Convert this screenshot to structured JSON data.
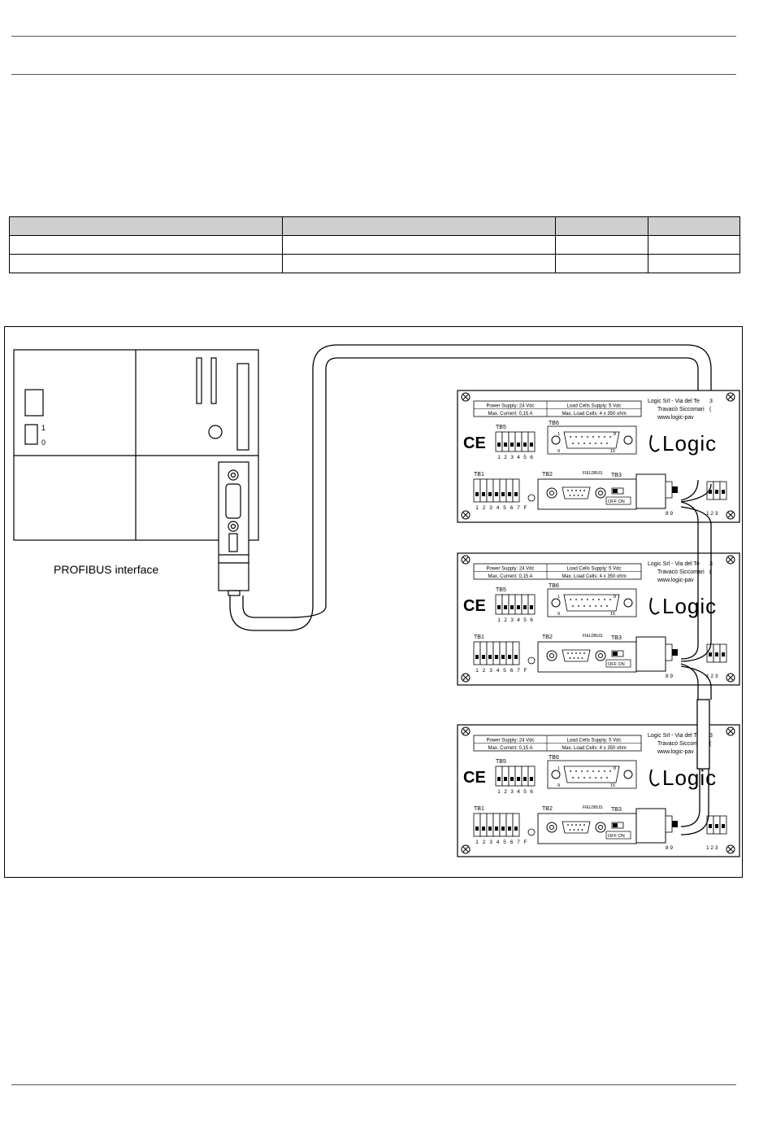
{
  "diagram": {
    "interface_label": "PROFIBUS interface",
    "switch_on": "1",
    "switch_off": "0",
    "device": {
      "power_supply": "Power Supply: 24 Vdc",
      "max_current": "Max. Current: 0,15 A",
      "load_cells_supply": "Load Cells Supply: 5 Vdc",
      "max_load_cells": "Max. Load Cells: 4 x 350 ohm",
      "company_line1": "Logic Srl - Via del Te",
      "company_line1_tail": "3",
      "company_line2": "Travacò Siccomari",
      "company_line2_tail": "(",
      "company_line3": "www.logic-pav",
      "company_line3_tail": "",
      "ce_mark": "CE",
      "logo_text": "Logic",
      "tb5": "TB5",
      "tb5_pins": [
        "1",
        "2",
        "3",
        "4",
        "5",
        "6"
      ],
      "tb6": "TB6",
      "tb6_pin_1": "1",
      "tb6_pin_8": "8",
      "tb6_pin_9": "9",
      "tb6_pin_15": "15",
      "tb1": "TB1",
      "tb1_pins": [
        "1",
        "2",
        "3",
        "4",
        "5",
        "6",
        "7",
        "F"
      ],
      "tb2": "TB2",
      "fieldbus": "FIELDBUS",
      "tb3": "TB3",
      "off_on": "OFF  ON",
      "tb3_pins": "8 9",
      "tb4_pins": "1 2 3"
    }
  }
}
